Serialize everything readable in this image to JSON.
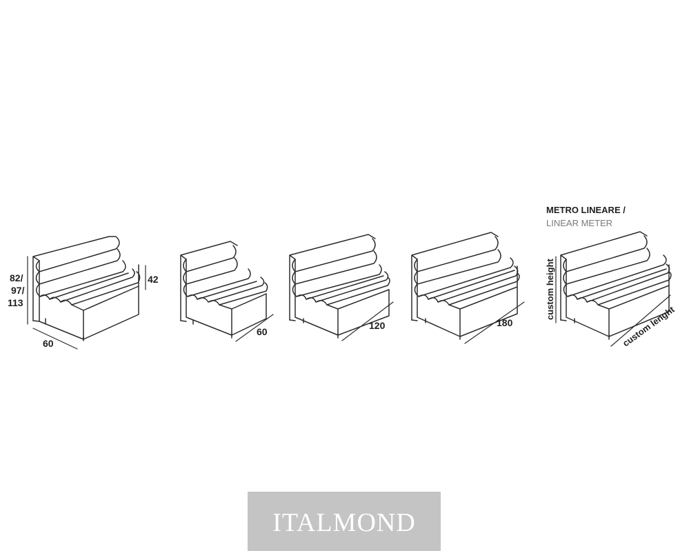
{
  "modules": [
    {
      "id": "corner",
      "name_hint": "corner-seat",
      "dimensions": {
        "height_lines": [
          "82/",
          "97/",
          "113"
        ],
        "seat_height": "42",
        "depth": "60"
      }
    },
    {
      "id": "single",
      "name_hint": "single-seat",
      "dimensions": {
        "width": "60"
      }
    },
    {
      "id": "double",
      "name_hint": "two-seater",
      "dimensions": {
        "width": "120"
      }
    },
    {
      "id": "triple",
      "name_hint": "three-seater",
      "dimensions": {
        "width": "180"
      }
    },
    {
      "id": "linear",
      "name_hint": "linear-meter",
      "title": "METRO LINEARE /",
      "subtitle": "LINEAR METER",
      "dimensions": {
        "height": "custom height",
        "length": "custom lenght"
      }
    }
  ],
  "logo": {
    "text": "ITALMOND",
    "background": "#c4c4c4",
    "color": "#ffffff"
  },
  "colors": {
    "line": "#2b2b2b",
    "text": "#1e1e1e",
    "subtitle": "#7a7a7a"
  }
}
